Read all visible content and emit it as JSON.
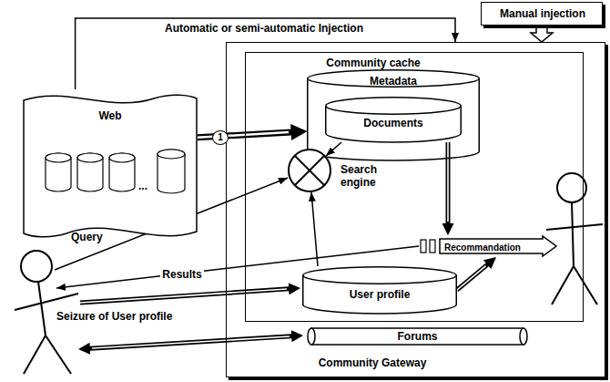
{
  "diagram": {
    "nodes": [
      {
        "text": [
          "Manual injection"
        ]
      },
      {
        "text": [
          "Web"
        ]
      },
      {
        "text": [
          "Community Gateway"
        ]
      },
      {
        "text": [
          "Community cache"
        ],
        "in": 2
      },
      {
        "text": [
          "Metadata"
        ],
        "in": 3
      },
      {
        "text": [
          "Documents"
        ],
        "in": 4
      },
      {
        "text": [
          "Search engine"
        ],
        "in": 3
      },
      {
        "text": [
          "User profile"
        ],
        "in": 3
      },
      {
        "text": [
          "Forums"
        ],
        "in": 2
      },
      {
        "text": [
          "Recommandation"
        ]
      }
    ],
    "edges": [
      {
        "from": 1,
        "to": 4,
        "arrow": "to",
        "label": "1"
      },
      {
        "from": 1,
        "to": 2,
        "arrow": "to",
        "label": "Automatic or semi-automatic Injection"
      },
      {
        "from": 0,
        "to": 2,
        "arrow": "to"
      },
      {
        "from": 5,
        "to": 6,
        "arrow": "to"
      },
      {
        "from": 7,
        "to": 6,
        "arrow": "to"
      },
      {
        "from": 5,
        "to": 9,
        "arrow": "to"
      },
      {
        "from": 7,
        "to": 9,
        "arrow": "to"
      }
    ],
    "labels": [
      "...",
      "Query",
      "Results",
      "Seizure of User profile"
    ]
  }
}
